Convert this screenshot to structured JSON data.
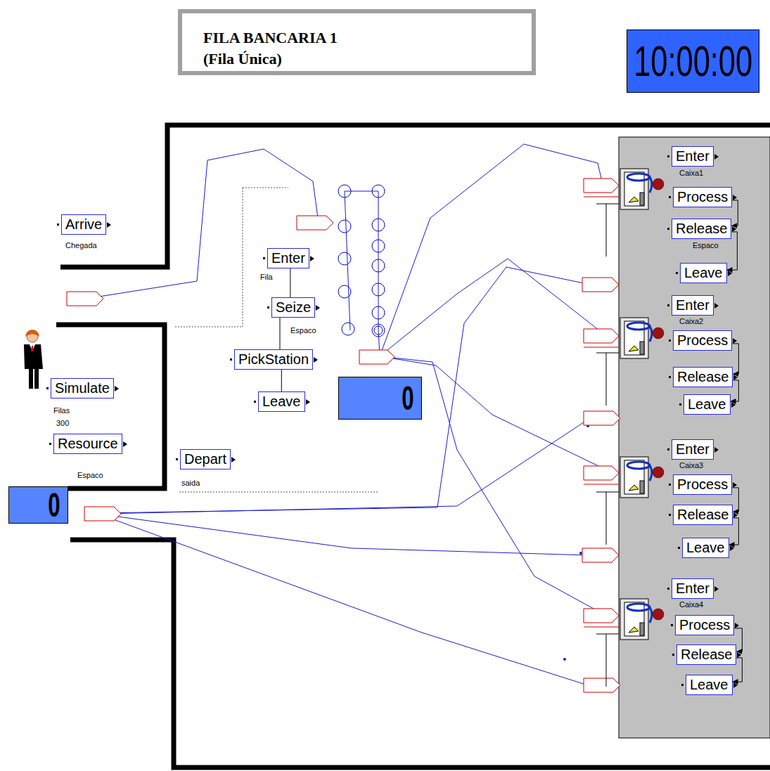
{
  "diagram": {
    "title": "FILA BANCARIA 1 (Fila Única)",
    "nodes": [
      {
        "text": [
          "10:00:00"
        ]
      },
      {
        "text": [
          "Arrive",
          "Chegada"
        ]
      },
      {
        "text": [
          "Enter",
          "Fila"
        ]
      },
      {
        "text": [
          "Seize",
          "Espaco"
        ]
      },
      {
        "text": [
          "PickStation"
        ]
      },
      {
        "text": [
          "Leave"
        ]
      },
      {
        "text": [
          "0"
        ]
      },
      {
        "text": [
          "Simulate",
          "Filas",
          "300"
        ]
      },
      {
        "text": [
          "Resource",
          "Espaco"
        ]
      },
      {
        "text": [
          "Depart",
          "saida"
        ]
      },
      {
        "text": [
          "0"
        ]
      },
      {
        "text": [
          "Enter",
          "Caixa1"
        ]
      },
      {
        "text": [
          "Process"
        ]
      },
      {
        "text": [
          "Release",
          "Espaco"
        ]
      },
      {
        "text": [
          "Leave"
        ]
      },
      {
        "text": [
          "Enter",
          "Caixa2"
        ]
      },
      {
        "text": [
          "Process"
        ]
      },
      {
        "text": [
          "Release"
        ]
      },
      {
        "text": [
          "Leave"
        ]
      },
      {
        "text": [
          "Enter",
          "Caixa3"
        ]
      },
      {
        "text": [
          "Process"
        ]
      },
      {
        "text": [
          "Release"
        ]
      },
      {
        "text": [
          "Leave"
        ]
      },
      {
        "text": [
          "Enter",
          "Caixa4"
        ]
      },
      {
        "text": [
          "Process"
        ]
      },
      {
        "text": [
          "Release"
        ]
      },
      {
        "text": [
          "Leave"
        ]
      }
    ],
    "edges": [
      {
        "from": 2,
        "to": 3,
        "arrow": "none"
      },
      {
        "from": 3,
        "to": 4,
        "arrow": "none"
      },
      {
        "from": 4,
        "to": 5,
        "arrow": "none"
      },
      {
        "from": 12,
        "to": 13,
        "arrow": "to"
      },
      {
        "from": 13,
        "to": 14,
        "arrow": "to"
      },
      {
        "from": 16,
        "to": 17,
        "arrow": "to"
      },
      {
        "from": 17,
        "to": 18,
        "arrow": "to"
      },
      {
        "from": 20,
        "to": 21,
        "arrow": "to"
      },
      {
        "from": 21,
        "to": 22,
        "arrow": "to"
      },
      {
        "from": 24,
        "to": 25,
        "arrow": "to"
      },
      {
        "from": 25,
        "to": 26,
        "arrow": "to"
      }
    ]
  }
}
